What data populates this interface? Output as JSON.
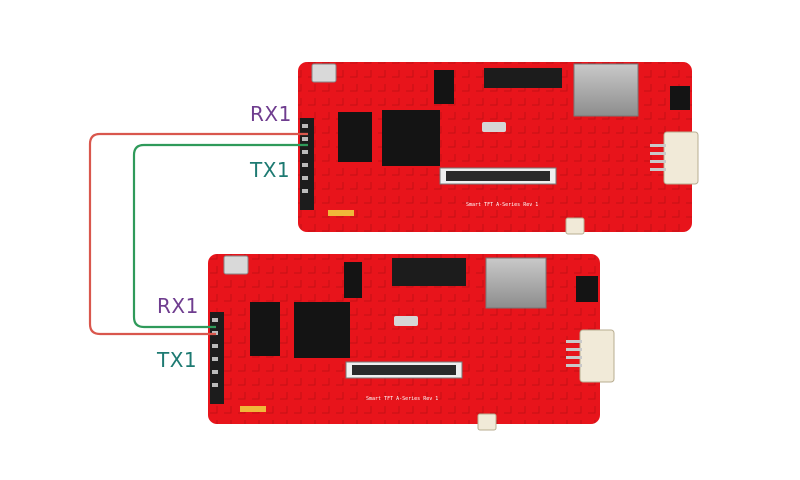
{
  "labels": {
    "rx": "RX1",
    "tx": "TX1"
  },
  "boards": [
    {
      "silkscreen": "Smart TFT A-Series Rev 1"
    },
    {
      "silkscreen": "Smart TFT A-Series Rev 1"
    }
  ],
  "wires": [
    {
      "name": "wire-red",
      "color": "#d9574d",
      "from": "TX1",
      "to": "RX1"
    },
    {
      "name": "wire-green",
      "color": "#2f9a5a",
      "from": "RX1",
      "to": "TX1"
    }
  ],
  "colors": {
    "pcb": "#e8141b",
    "rx_label": "#6f3d8f",
    "tx_label": "#1d7a72"
  }
}
